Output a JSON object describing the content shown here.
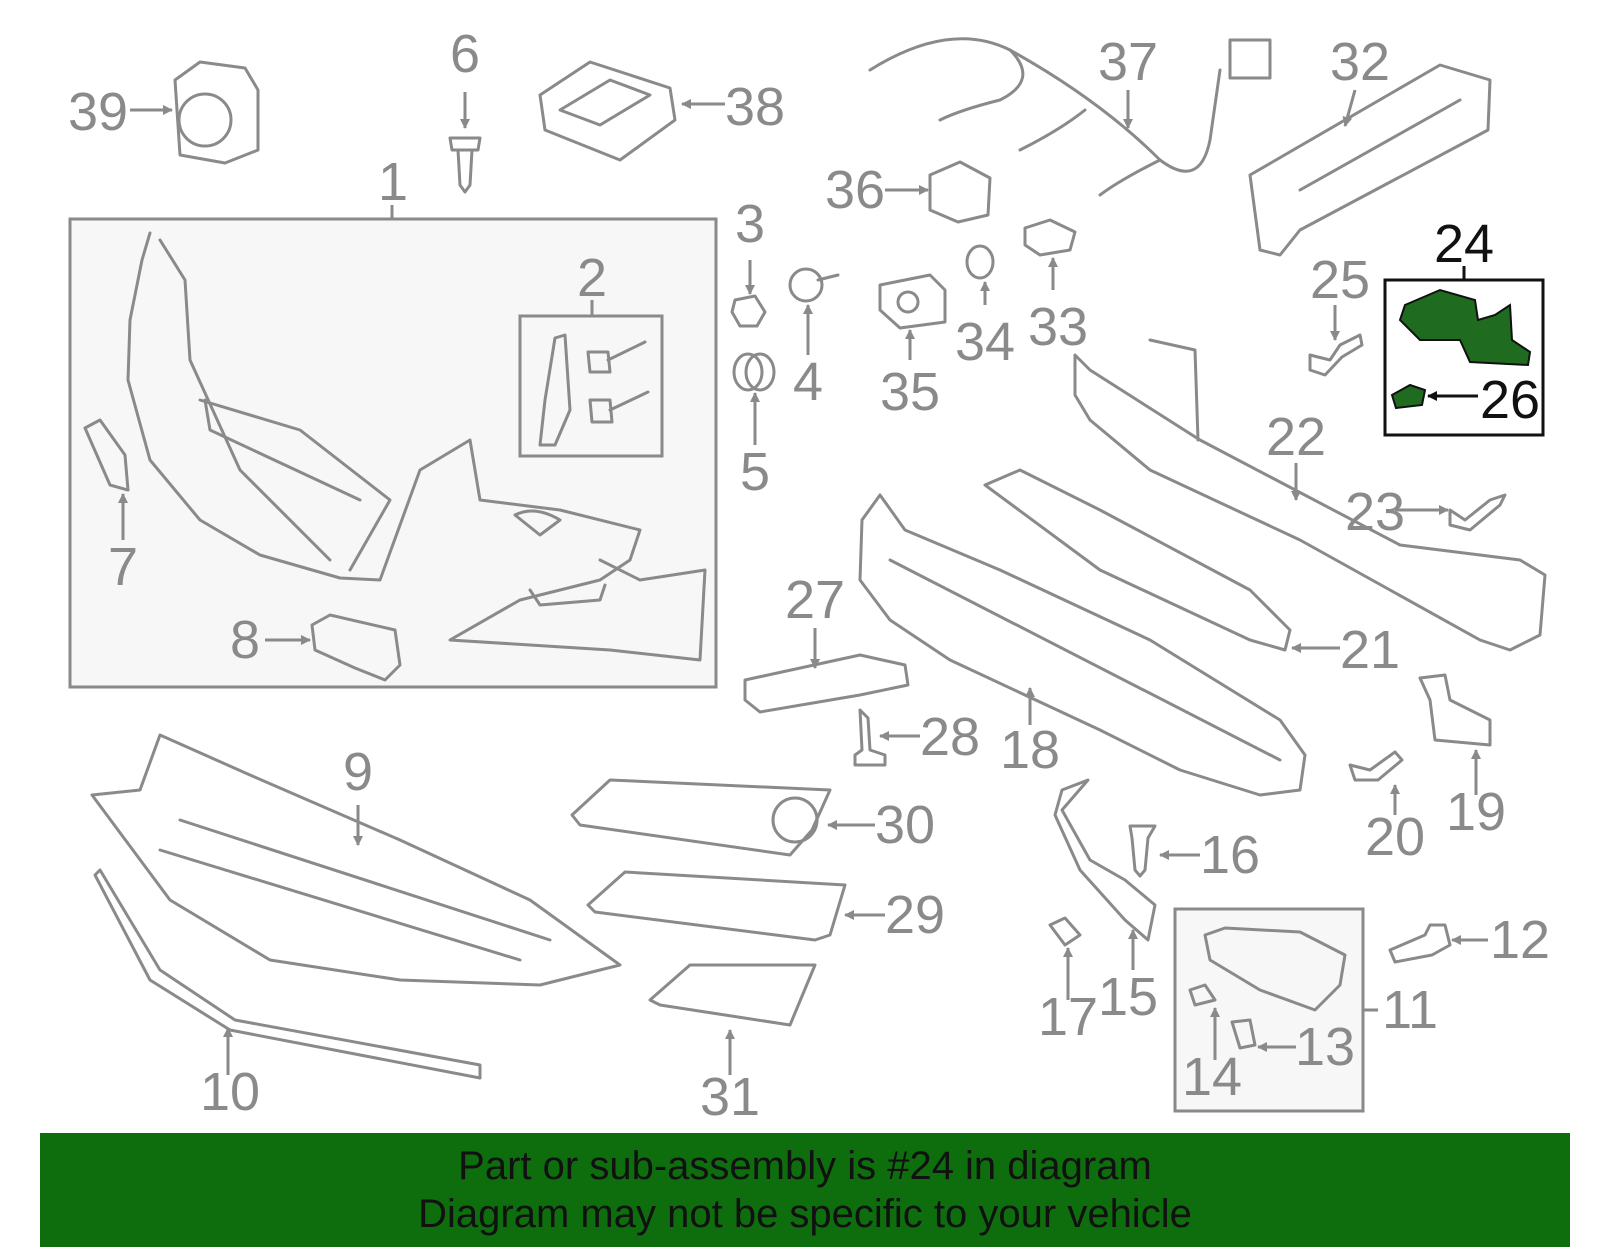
{
  "diagram": {
    "highlighted_part": "24",
    "callouts": [
      "1",
      "2",
      "3",
      "4",
      "5",
      "6",
      "7",
      "8",
      "9",
      "10",
      "11",
      "12",
      "13",
      "14",
      "15",
      "16",
      "17",
      "18",
      "19",
      "20",
      "21",
      "22",
      "23",
      "24",
      "25",
      "26",
      "27",
      "28",
      "29",
      "30",
      "31",
      "32",
      "33",
      "34",
      "35",
      "36",
      "37",
      "38",
      "39"
    ]
  },
  "banner": {
    "line1": "Part or sub-assembly is #24 in diagram",
    "line2": "Diagram may not be specific to your vehicle",
    "background_color": "#0e6e0e"
  },
  "colors": {
    "line_art": "#8a8a8a",
    "highlight_part": "#1f6b1f",
    "highlight_label": "#111111"
  }
}
